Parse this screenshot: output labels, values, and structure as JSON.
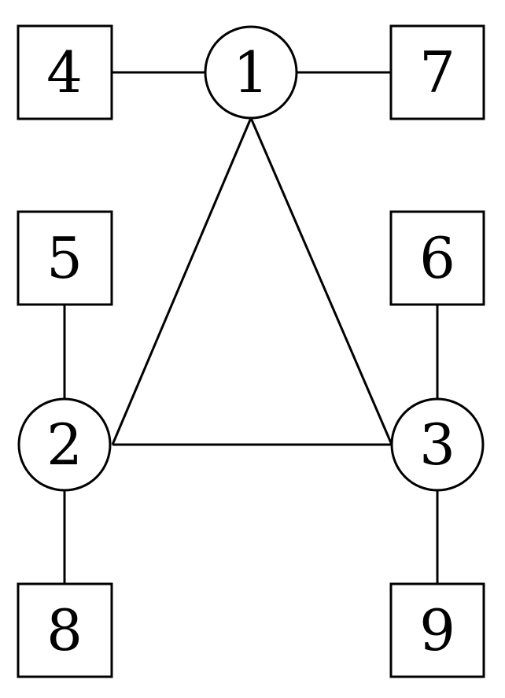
{
  "diagram": {
    "nodes": [
      {
        "id": "n1",
        "label": "1",
        "shape": "circle"
      },
      {
        "id": "n2",
        "label": "2",
        "shape": "circle"
      },
      {
        "id": "n3",
        "label": "3",
        "shape": "circle"
      },
      {
        "id": "n4",
        "label": "4",
        "shape": "square"
      },
      {
        "id": "n5",
        "label": "5",
        "shape": "square"
      },
      {
        "id": "n6",
        "label": "6",
        "shape": "square"
      },
      {
        "id": "n7",
        "label": "7",
        "shape": "square"
      },
      {
        "id": "n8",
        "label": "8",
        "shape": "square"
      },
      {
        "id": "n9",
        "label": "9",
        "shape": "square"
      }
    ],
    "edges": [
      {
        "from": "1",
        "to": "2"
      },
      {
        "from": "1",
        "to": "3"
      },
      {
        "from": "2",
        "to": "3"
      },
      {
        "from": "1",
        "to": "4"
      },
      {
        "from": "1",
        "to": "7"
      },
      {
        "from": "2",
        "to": "5"
      },
      {
        "from": "2",
        "to": "8"
      },
      {
        "from": "3",
        "to": "6"
      },
      {
        "from": "3",
        "to": "9"
      }
    ],
    "colors": {
      "stroke": "#000000",
      "fill": "#ffffff"
    }
  }
}
